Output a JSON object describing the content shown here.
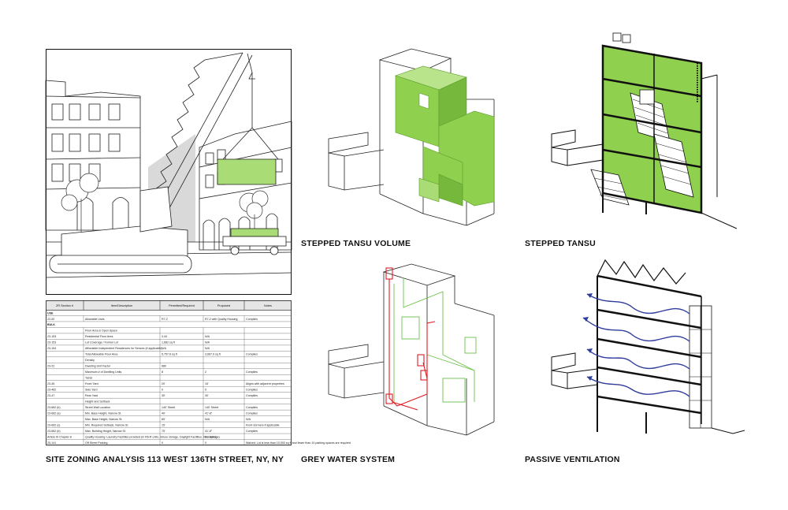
{
  "captions": {
    "site": "SITE ZONING ANALYSIS 113 WEST 136TH STREET, NY, NY",
    "volume": "STEPPED TANSU VOLUME",
    "tansu": "STEPPED TANSU",
    "greywater": "GREY WATER SYSTEM",
    "ventilation": "PASSIVE VENTILATION"
  },
  "zoning_table": {
    "headers": [
      "ZR Section #",
      "Item/Description",
      "Permitted/Required",
      "Proposed",
      "Notes"
    ],
    "rows": [
      [
        "USE",
        "",
        "",
        "",
        ""
      ],
      [
        "22-00",
        "Allowable Uses",
        "R7-2",
        "R7-2 with Quality Housing",
        "Complies"
      ],
      [
        "BULK",
        "",
        "",
        "",
        ""
      ],
      [
        "",
        "Floor Area & Open Space",
        "",
        "",
        ""
      ],
      [
        "23-153",
        "Residential Floor Area",
        "3.44",
        "N/A",
        ""
      ],
      [
        "23-153",
        "Lot Coverage / Former Lot",
        "1,682 sq ft",
        "N/A",
        ""
      ],
      [
        "23-154",
        "Affordable Independent Residences for Seniors (if applicable)",
        "N/A",
        "N/A",
        ""
      ],
      [
        "",
        "Total Allowable Floor Area",
        "5,757.6 sq ft",
        "3,667.9 sq ft",
        "Complies"
      ],
      [
        "",
        "Density",
        "",
        "",
        ""
      ],
      [
        "23-22",
        "Dwelling Unit Factor",
        "680",
        "",
        ""
      ],
      [
        "",
        "Maximum # of Dwelling Units",
        "8",
        "2",
        "Complies"
      ],
      [
        "",
        "Yards",
        "",
        "",
        ""
      ],
      [
        "23-45",
        "Front Yard",
        "20'",
        "15'",
        "Aligns with adjacent properties"
      ],
      [
        "23-462",
        "Side Yard",
        "0",
        "0",
        "Complies"
      ],
      [
        "23-47",
        "Rear Yard",
        "30'",
        "30'",
        "Complies"
      ],
      [
        "",
        "Height and Setback",
        "",
        "",
        ""
      ],
      [
        "23-662 (b)",
        "Street Wall Location",
        "140' Street",
        "140' Street",
        "Complies"
      ],
      [
        "23-662 (a)",
        "Min. Base Height, Narrow St.",
        "40'",
        "41'-8\"",
        "Complies"
      ],
      [
        "",
        "Max. Base Height, Narrow St.",
        "65'",
        "N/A",
        "N/A"
      ],
      [
        "23-662 (c)",
        "Min. Required Setback, Narrow St.",
        "15'",
        "",
        "Front dormers if applicable"
      ],
      [
        "23-662 (b)",
        "Max. Building Height, Narrow St.",
        "75'",
        "41'-8\"",
        "Complies"
      ],
      [
        "Article III Chapter 8",
        "Quality Housing: Laundry Facilities provided (in R6-R units, refuse storage, Daylight Facilities, bike storage)",
        "",
        "Complies",
        ""
      ],
      [
        "25-141",
        "Off Street Parking",
        "0",
        "0",
        "Waived: Lot is less than 10,000 sq ft and fewer than 10 parking spaces are required"
      ]
    ]
  },
  "colors": {
    "green": "#8fd14f",
    "green_light": "#a9dc74",
    "water_red": "#e01b24",
    "water_green": "#6cc04a",
    "air_blue": "#2f3c9c",
    "line": "#111111"
  }
}
